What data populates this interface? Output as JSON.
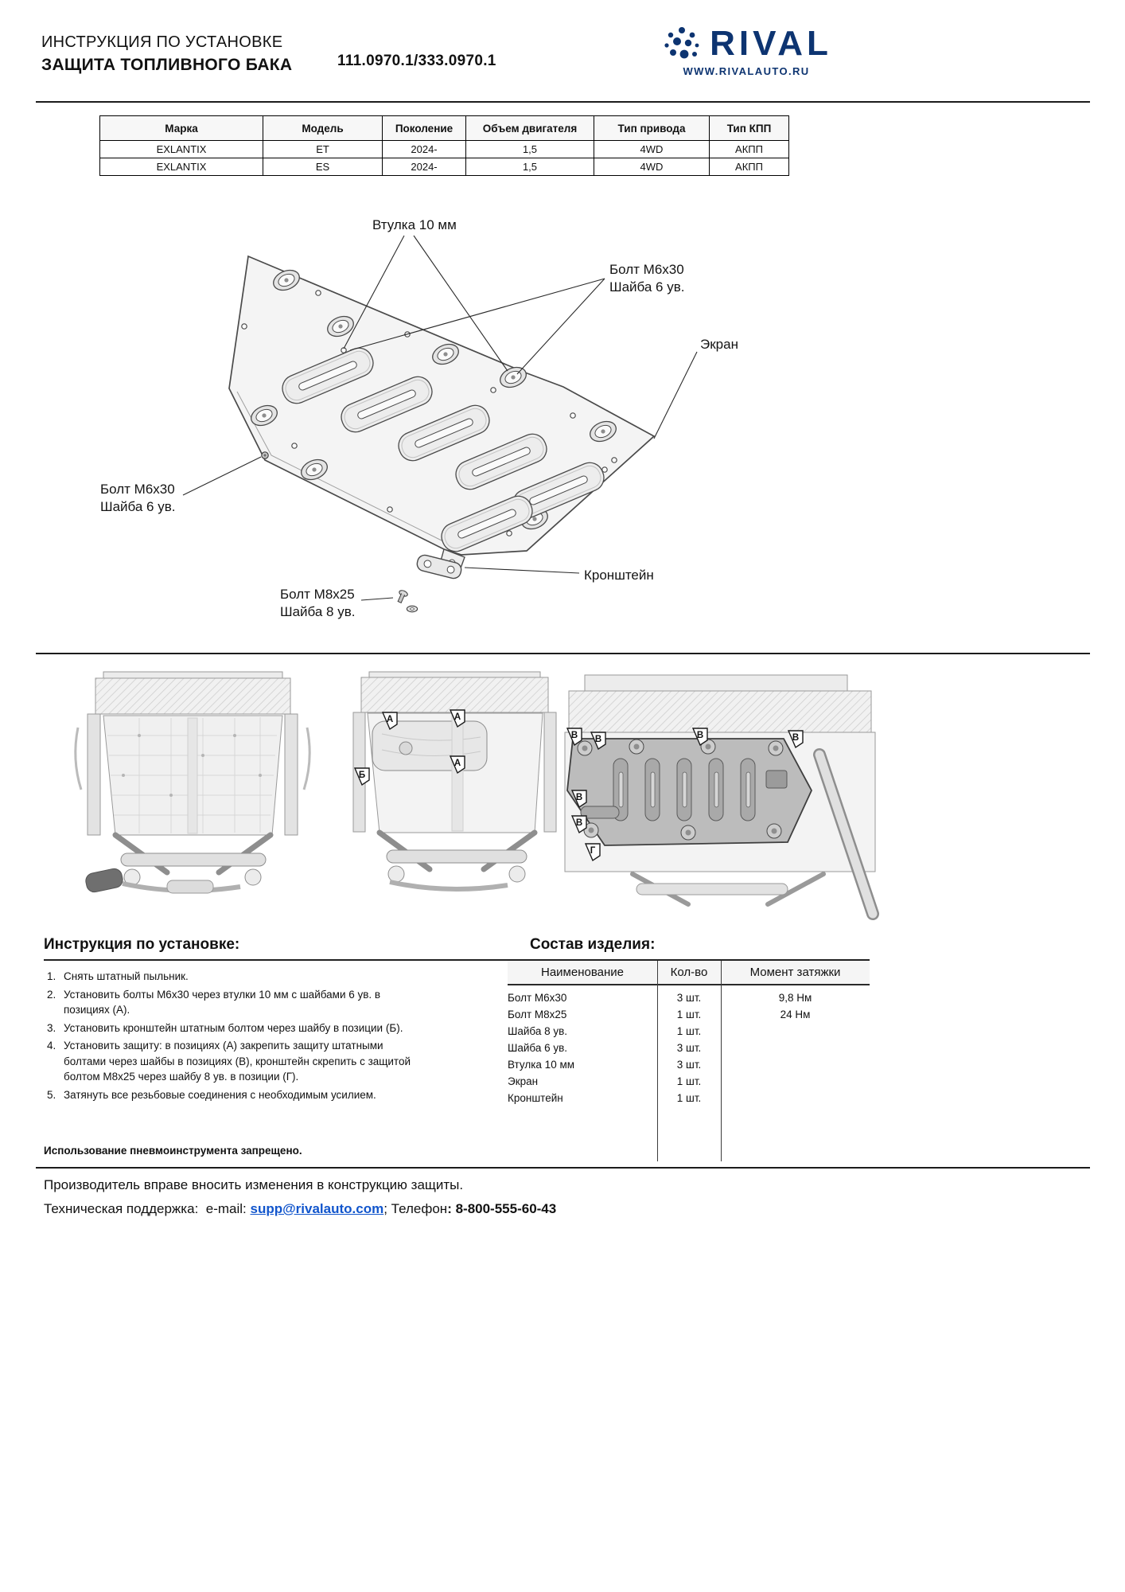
{
  "header": {
    "subtitle": "ИНСТРУКЦИЯ ПО УСТАНОВКЕ",
    "title": "ЗАЩИТА ТОПЛИВНОГО БАКА",
    "part_number": "111.0970.1/333.0970.1",
    "brand": "RIVAL",
    "website": "WWW.RIVALAUTO.RU",
    "brand_color": "#0d3471"
  },
  "spec_table": {
    "headers": [
      "Марка",
      "Модель",
      "Поколение",
      "Объем двигателя",
      "Тип привода",
      "Тип КПП"
    ],
    "rows": [
      [
        "EXLANTIX",
        "ET",
        "2024-",
        "1,5",
        "4WD",
        "АКПП"
      ],
      [
        "EXLANTIX",
        "ES",
        "2024-",
        "1,5",
        "4WD",
        "АКПП"
      ]
    ]
  },
  "diagram": {
    "labels": {
      "bushing": "Втулка 10 мм",
      "bolt_m6": "Болт М6х30",
      "washer_6": "Шайба 6 ув.",
      "screen": "Экран",
      "bracket": "Кронштейн",
      "bolt_m8": "Болт М8х25",
      "washer_8": "Шайба 8 ув."
    },
    "markers": {
      "a": "А",
      "b": "Б",
      "v": "В",
      "g": "Г"
    }
  },
  "instructions": {
    "title": "Инструкция по установке:",
    "steps": [
      "Снять штатный пыльник.",
      "Установить болты М6х30 через втулки 10 мм с шайбами 6 ув. в позициях (А).",
      "Установить кронштейн штатным болтом через шайбу в позиции (Б).",
      "Установить защиту: в позициях (А) закрепить защиту штатными болтами через шайбы в позициях (В), кронштейн скрепить с защитой болтом М8х25 через шайбу 8 ув. в позиции (Г).",
      "Затянуть все резьбовые соединения с необходимым усилием."
    ],
    "warning": "Использование пневмоинструмента запрещено."
  },
  "parts": {
    "title": "Состав изделия:",
    "headers": [
      "Наименование",
      "Кол-во",
      "Момент затяжки"
    ],
    "rows": [
      {
        "name": "Болт М6х30",
        "qty": "3 шт.",
        "torque": "9,8 Нм"
      },
      {
        "name": "Болт М8х25",
        "qty": "1 шт.",
        "torque": "24 Нм"
      },
      {
        "name": "Шайба 8 ув.",
        "qty": "1 шт.",
        "torque": ""
      },
      {
        "name": "Шайба 6 ув.",
        "qty": "3 шт.",
        "torque": ""
      },
      {
        "name": "Втулка 10 мм",
        "qty": "3 шт.",
        "torque": ""
      },
      {
        "name": "Экран",
        "qty": "1 шт.",
        "torque": ""
      },
      {
        "name": "Кронштейн",
        "qty": "1 шт.",
        "torque": ""
      }
    ]
  },
  "footer": {
    "note": "Производитель вправе вносить изменения в конструкцию защиты.",
    "support_prefix": "Техническая поддержка:  e-mail: ",
    "email": "supp@rivalauto.com",
    "separator": "; Телефон",
    "phone": ": 8-800-555-60-43"
  }
}
